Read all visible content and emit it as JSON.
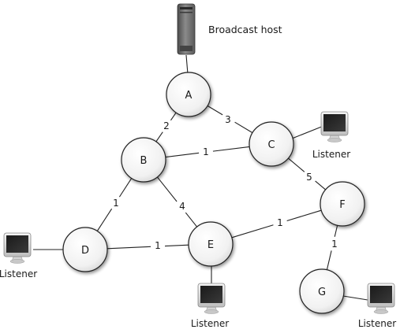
{
  "diagram": {
    "broadcast_host_label": "Broadcast host",
    "listener_label": "Listener",
    "nodes": [
      {
        "id": "A",
        "label": "A"
      },
      {
        "id": "B",
        "label": "B"
      },
      {
        "id": "C",
        "label": "C"
      },
      {
        "id": "D",
        "label": "D"
      },
      {
        "id": "E",
        "label": "E"
      },
      {
        "id": "F",
        "label": "F"
      },
      {
        "id": "G",
        "label": "G"
      }
    ],
    "edges": [
      {
        "from": "A",
        "to": "B",
        "weight": "2"
      },
      {
        "from": "A",
        "to": "C",
        "weight": "3"
      },
      {
        "from": "B",
        "to": "C",
        "weight": "1"
      },
      {
        "from": "B",
        "to": "D",
        "weight": "1"
      },
      {
        "from": "B",
        "to": "E",
        "weight": "4"
      },
      {
        "from": "C",
        "to": "F",
        "weight": "5"
      },
      {
        "from": "D",
        "to": "E",
        "weight": "1"
      },
      {
        "from": "E",
        "to": "F",
        "weight": "1"
      },
      {
        "from": "F",
        "to": "G",
        "weight": "1"
      }
    ],
    "listener_attachments": [
      "C",
      "D",
      "E",
      "G"
    ]
  }
}
